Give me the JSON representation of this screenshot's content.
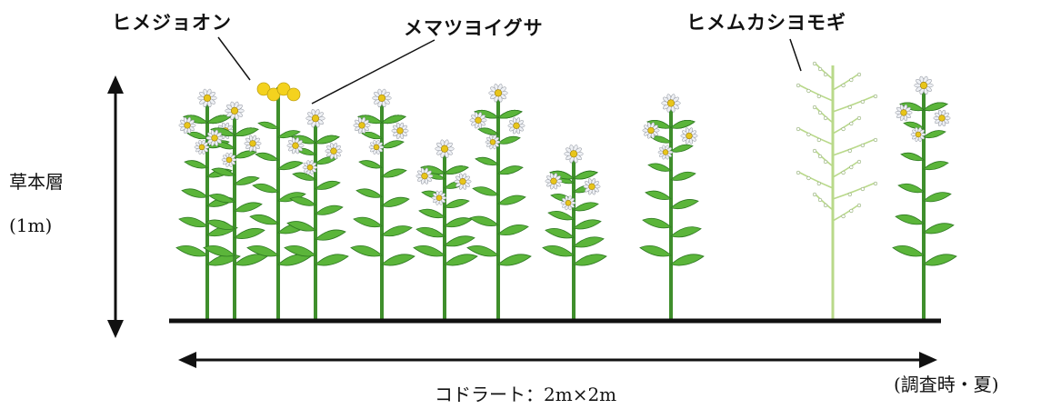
{
  "labels": {
    "species_1": "ヒメジョオン",
    "species_2": "メマツヨイグサ",
    "species_3": "ヒメムカシヨモギ",
    "layer_name": "草本層",
    "layer_height": "(1m)",
    "quadrat": "コドラート：2m×2m",
    "season": "(調査時・夏)"
  },
  "plants": [
    {
      "species": "ヒメジョオン",
      "height": 0.9
    },
    {
      "species": "ヒメジョオン",
      "height": 0.85
    },
    {
      "species": "メマツヨイグサ",
      "height": 0.95
    },
    {
      "species": "ヒメジョオン",
      "height": 0.82
    },
    {
      "species": "ヒメジョオン",
      "height": 0.9
    },
    {
      "species": "ヒメジョオン",
      "height": 0.7
    },
    {
      "species": "ヒメジョオン",
      "height": 0.92
    },
    {
      "species": "ヒメジョオン",
      "height": 0.68
    },
    {
      "species": "ヒメジョオン",
      "height": 0.88
    },
    {
      "species": "ヒメムカシヨモギ",
      "height": 1.0
    },
    {
      "species": "ヒメジョオン",
      "height": 0.95
    }
  ],
  "colors": {
    "ground": "#111111",
    "arrow": "#111111",
    "stem": "#3f8f2c",
    "leaf": "#5bb53a",
    "leaf_dark": "#2f7a22",
    "flower_petal": "#eef0f4",
    "flower_center": "#e8c51a",
    "yellow_flower": "#f4d21e",
    "pale_plant": "#b9d98a"
  }
}
